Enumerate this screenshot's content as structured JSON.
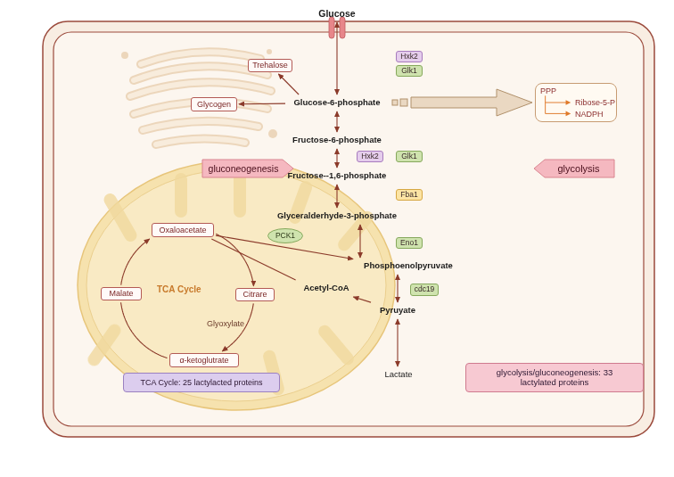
{
  "diagram": {
    "nodes": [
      {
        "text": [
          "Glucose"
        ]
      },
      {
        "text": [
          "Hxk2"
        ]
      },
      {
        "text": [
          "Trehalose"
        ]
      },
      {
        "text": [
          "Glk1"
        ]
      },
      {
        "text": [
          "PPP",
          "Ribose-5-P",
          "NADPH"
        ]
      },
      {
        "text": [
          "Glycogen"
        ]
      },
      {
        "text": [
          "Glucose-6-phosphate"
        ]
      },
      {
        "text": [
          "Fructose-6-phosphate"
        ]
      },
      {
        "text": [
          "Hxk2"
        ]
      },
      {
        "text": [
          "Glk1"
        ]
      },
      {
        "text": [
          "gluconeogenesis"
        ]
      },
      {
        "text": [
          "Fructose--1,6-phosphate"
        ]
      },
      {
        "text": [
          "glycolysis"
        ]
      },
      {
        "text": [
          "Fba1"
        ]
      },
      {
        "text": [
          "Glyceralderhyde-3-phosphate"
        ]
      },
      {
        "text": [
          "Oxaloacetate"
        ]
      },
      {
        "text": [
          "Eno1"
        ]
      },
      {
        "text": [
          "PCK1"
        ]
      },
      {
        "text": [
          "Phosphoenolpyruvate"
        ]
      },
      {
        "text": [
          "Malate"
        ]
      },
      {
        "text": [
          "Acetyl-CoA"
        ]
      },
      {
        "text": [
          "cdc19"
        ]
      },
      {
        "text": [
          "Citrare"
        ]
      },
      {
        "text": [
          "Pyruyate"
        ]
      },
      {
        "text": [
          "α-ketoglutrate"
        ]
      },
      {
        "text": [
          "Lactate"
        ]
      },
      {
        "text": [
          "glycolysis/gluconeogenesis: 33 lactylated proteins"
        ]
      },
      {
        "text": [
          "TCA Cycle: 25 lactylacted proteins"
        ]
      }
    ],
    "edges": [
      {
        "from": 0,
        "to": 6,
        "arrow": "both"
      },
      {
        "from": 6,
        "to": 5,
        "arrow": "to"
      },
      {
        "from": 6,
        "to": 2,
        "arrow": "to"
      },
      {
        "from": 6,
        "to": 4,
        "arrow": "to"
      },
      {
        "from": 6,
        "to": 7,
        "arrow": "both"
      },
      {
        "from": 7,
        "to": 11,
        "arrow": "both"
      },
      {
        "from": 11,
        "to": 14,
        "arrow": "both"
      },
      {
        "from": 14,
        "to": 18,
        "arrow": "both"
      },
      {
        "from": 18,
        "to": 23,
        "arrow": "both"
      },
      {
        "from": 23,
        "to": 25,
        "arrow": "both"
      },
      {
        "from": 23,
        "to": 20,
        "arrow": "to"
      },
      {
        "from": 15,
        "to": 18,
        "arrow": "to"
      },
      {
        "from": 15,
        "to": 20,
        "arrow": "none"
      },
      {
        "from": 15,
        "to": 22,
        "arrow": "to"
      },
      {
        "from": 22,
        "to": 24,
        "arrow": "to"
      },
      {
        "from": 24,
        "to": 19,
        "arrow": "none"
      },
      {
        "from": 19,
        "to": 15,
        "arrow": "to"
      }
    ],
    "labels": [
      "TCA Cycle",
      "Glyoxylate"
    ]
  }
}
